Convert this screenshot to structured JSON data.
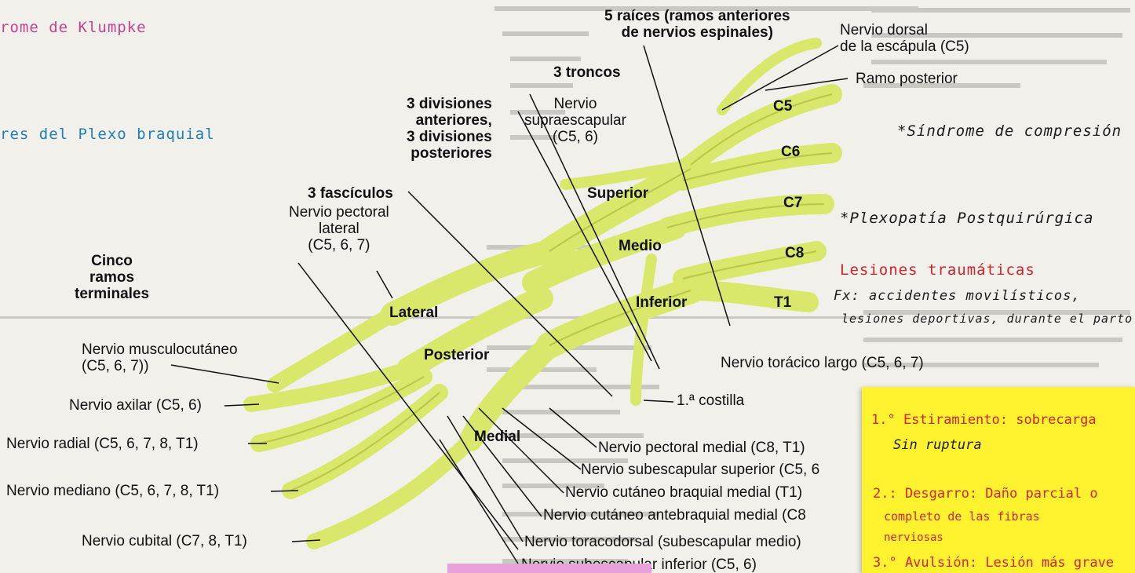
{
  "colors": {
    "nerve": "#d9e86a",
    "nerve_dark": "#b8c64a",
    "paper": "#f1f0eb",
    "sticky": "#fff22e",
    "pink_ink": "#c2438d",
    "blue_ink": "#1c7fb5",
    "red_ink": "#d4232b"
  },
  "handwritten": {
    "top_left": "rome de Klumpke",
    "mid_left": "res del Plexo braquial",
    "right_1": "*Síndrome de compresión",
    "right_2": "*Plexopatía Postquirúrgica",
    "right_3": "Lesiones traumáticas",
    "right_4": "Fx: accidentes movilísticos,",
    "right_5": "lesiones deportivas, durante el parto"
  },
  "labels": {
    "roots_title": "5 raíces (ramos anteriores",
    "roots_title2": "de nervios espinales)",
    "dorsal_scap": "Nervio dorsal",
    "dorsal_scap2": "de la escápula (C5)",
    "ramo_post": "Ramo posterior",
    "troncos": "3 troncos",
    "supra": "Nervio",
    "supra2": "supraescapular",
    "supra3": "(C5, 6)",
    "divisions1": "3 divisiones",
    "divisions2": "anteriores,",
    "divisions3": "3 divisiones",
    "divisions4": "posteriores",
    "fasciculos": "3 fascículos",
    "pect_lat1": "Nervio pectoral",
    "pect_lat2": "lateral",
    "pect_lat3": "(C5, 6, 7)",
    "cinco1": "Cinco",
    "cinco2": "ramos",
    "cinco3": "terminales",
    "c5": "C5",
    "c6": "C6",
    "c7": "C7",
    "c8": "C8",
    "t1": "T1",
    "superior": "Superior",
    "medio": "Medio",
    "inferior": "Inferior",
    "lateral": "Lateral",
    "posterior": "Posterior",
    "medial": "Medial",
    "musculo1": "Nervio musculocutáneo",
    "musculo2": "(C5, 6, 7))",
    "axilar": "Nervio axilar (C5, 6)",
    "radial": "Nervio radial (C5, 6, 7, 8, T1)",
    "mediano": "Nervio mediano (C5, 6, 7, 8, T1)",
    "cubital": "Nervio cubital (C7, 8, T1)",
    "toracico": "Nervio torácico largo (C5, 6, 7)",
    "costilla": "1.ª costilla",
    "pect_med": "Nervio pectoral medial (C8, T1)",
    "subesc_sup": "Nervio subescapular superior (C5, 6",
    "cut_braq": "Nervio cutáneo braquial medial (T1)",
    "cut_ante": "Nervio cutáneo antebraquial medial (C8",
    "toracod": "Nervio toracodorsal (subescapular medio)",
    "subesc_inf": "Nervio subescapular inferior (C5, 6)"
  },
  "sticky": {
    "l1": "1.° Estiramiento: sobrecarga",
    "l2": "Sin ruptura",
    "l3": "2.: Desgarro: Daño parcial o",
    "l4": "completo de las fibras",
    "l5": "nerviosas",
    "l6": "3.° Avulsión: Lesión más grave"
  }
}
